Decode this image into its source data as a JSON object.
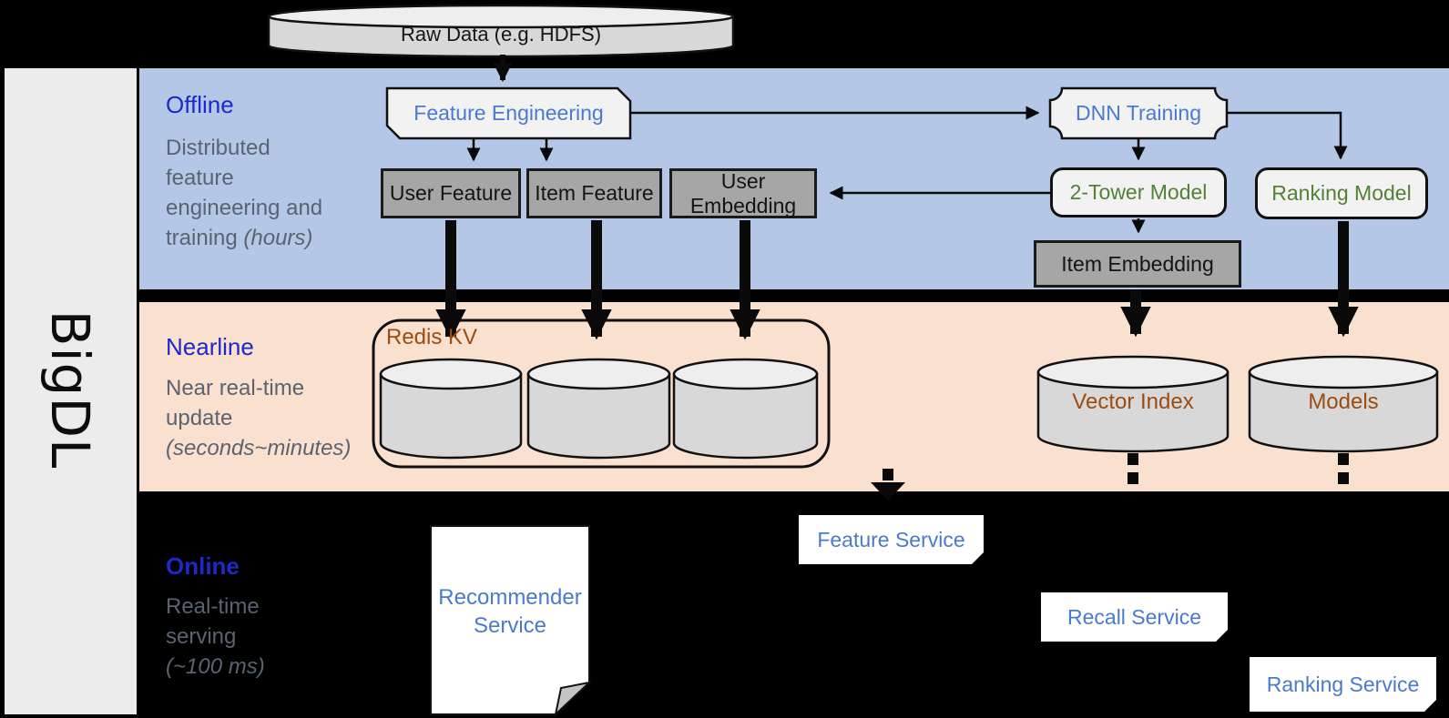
{
  "brand": "BigDL",
  "raw_data": {
    "label": "Raw Data (e.g. HDFS)"
  },
  "sections": {
    "offline": {
      "title": "Offline",
      "desc1": "Distributed",
      "desc2": "feature",
      "desc3": "engineering and",
      "desc4": "training ",
      "desc4_italic": "(hours)"
    },
    "nearline": {
      "title": "Nearline",
      "desc1": "Near real-time",
      "desc2": "update",
      "desc3_italic": "(seconds~minutes)"
    },
    "online": {
      "title": "Online",
      "desc1": "Real-time",
      "desc2": "serving",
      "desc3_italic": "(~100 ms)"
    }
  },
  "nodes": {
    "feature_engineering": "Feature Engineering",
    "dnn_training": "DNN Training",
    "user_feature": "User Feature",
    "item_feature": "Item Feature",
    "user_embedding": "User Embedding",
    "two_tower_model": "2-Tower Model",
    "ranking_model": "Ranking Model",
    "item_embedding": "Item Embedding",
    "redis_kv": "Redis KV",
    "vector_index": "Vector Index",
    "models": "Models",
    "recommender_line1": "Recommender",
    "recommender_line2": "Service",
    "feature_service": "Feature Service",
    "recall_service": "Recall Service",
    "ranking_service": "Ranking Service"
  },
  "colors": {
    "offline_band": "#B4C7E7",
    "nearline_band": "#FAE0CE",
    "online_band": "#000000",
    "sidebar": "#ECECEC",
    "section_title_blue": "#1C2AC8",
    "description_gray": "#5A6372",
    "node_text_blue": "#4A7AD0",
    "model_text_green": "#538135",
    "storage_text_brown": "#9E4B10",
    "box_dark_gray": "#A6A6A6",
    "box_light_gray": "#F2F2F2",
    "cylinder_body": "#D8D8D8",
    "cylinder_top": "#EEEEEE"
  }
}
